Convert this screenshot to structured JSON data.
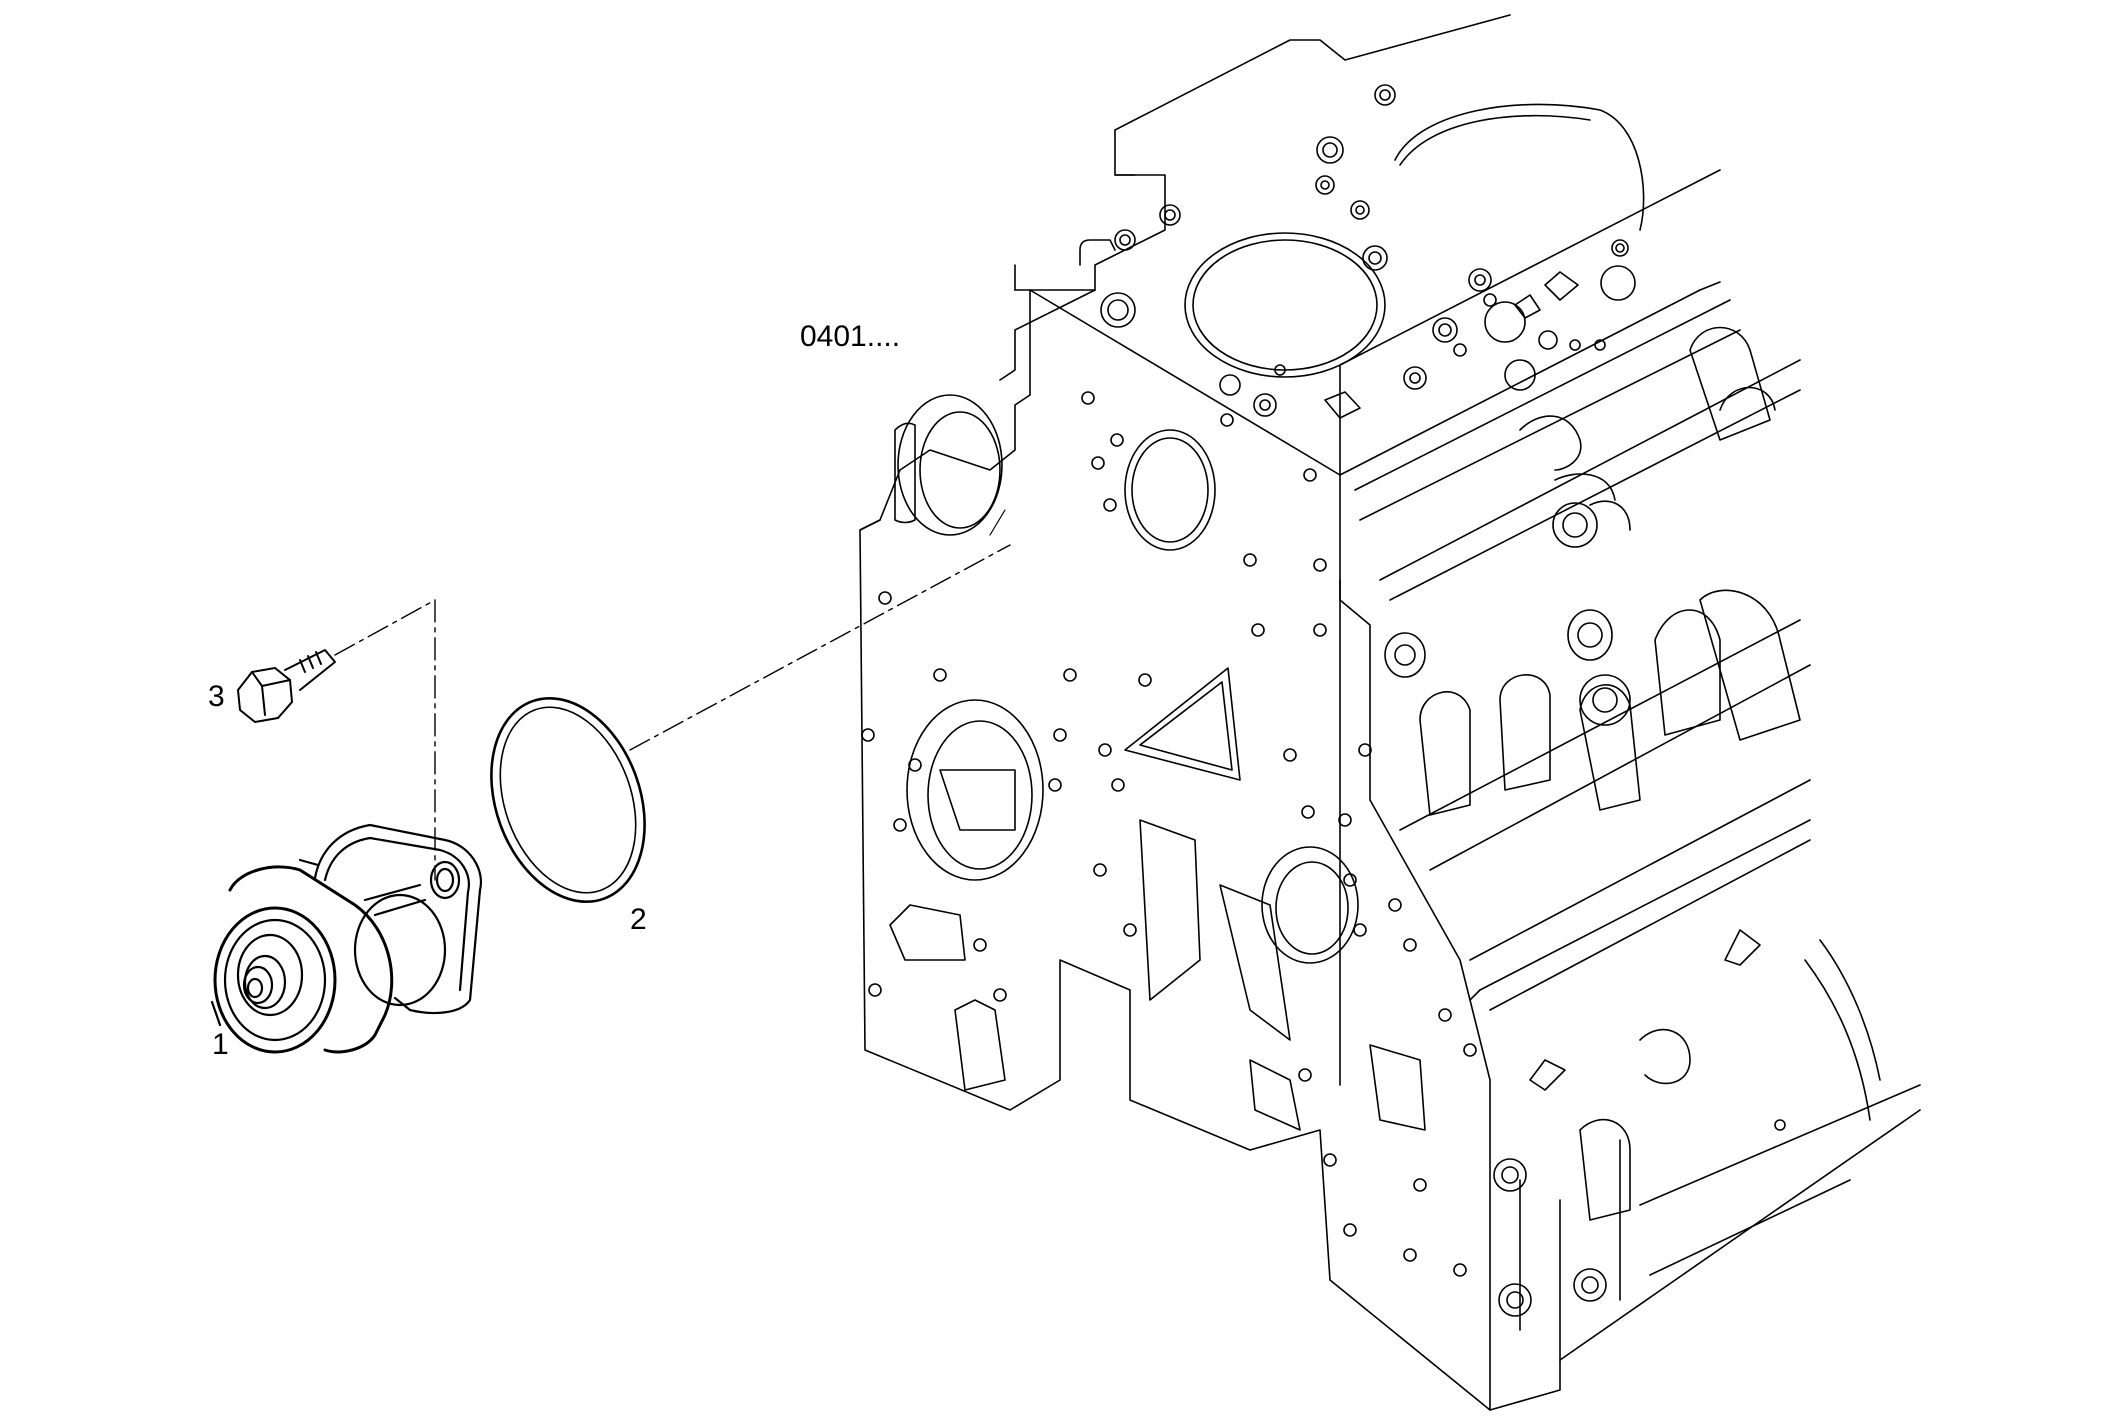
{
  "diagram": {
    "reference_label": "0401....",
    "callouts": [
      {
        "id": "water-pump",
        "label": "1"
      },
      {
        "id": "o-ring-gasket",
        "label": "2"
      },
      {
        "id": "flange-bolt",
        "label": "3"
      }
    ],
    "colors": {
      "line": "#000000",
      "background": "#ffffff"
    }
  }
}
